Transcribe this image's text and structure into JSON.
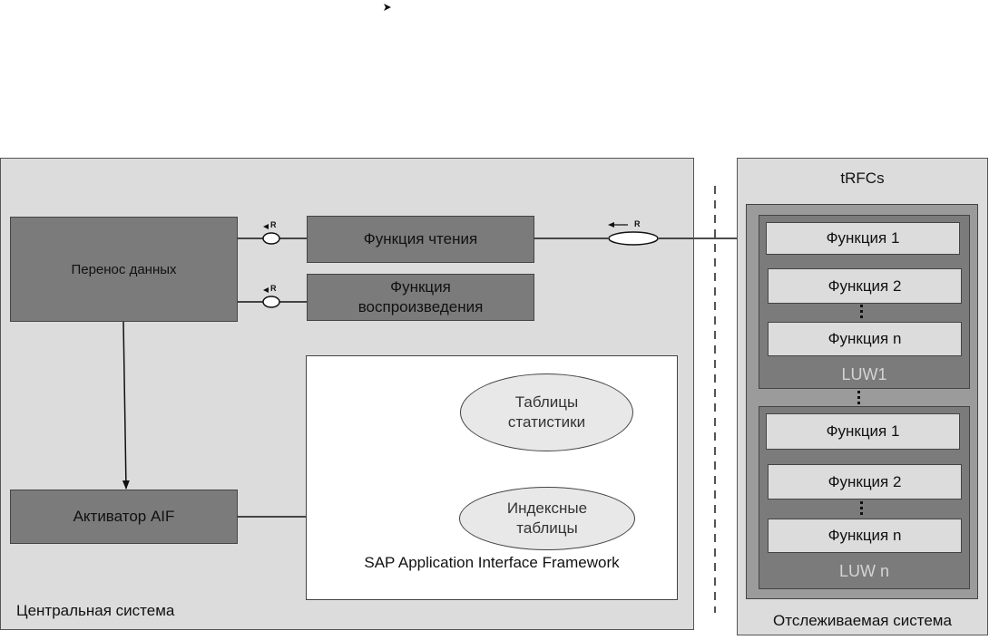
{
  "central_system": {
    "label": "Центральная система"
  },
  "monitored_system": {
    "label": "Отслеживаемая система",
    "title": "tRFCs"
  },
  "data_transfer": {
    "label": "Перенос данных"
  },
  "read_function": {
    "label": "Функция чтения"
  },
  "replay_function": {
    "label": "Функция воспроизведения"
  },
  "aif_activator": {
    "label": "Активатор AIF"
  },
  "aif_framework": {
    "label": "SAP Application Interface Framework"
  },
  "statistics_tables": {
    "label": "Таблицы статистики"
  },
  "index_tables": {
    "label": "Индексные таблицы"
  },
  "rfc_marker": "R",
  "luw1": {
    "label": "LUW1",
    "functions": [
      "Функция 1",
      "Функция 2",
      "Функция n"
    ]
  },
  "luwn": {
    "label": "LUW n",
    "functions": [
      "Функция 1",
      "Функция 2",
      "Функция n"
    ]
  }
}
